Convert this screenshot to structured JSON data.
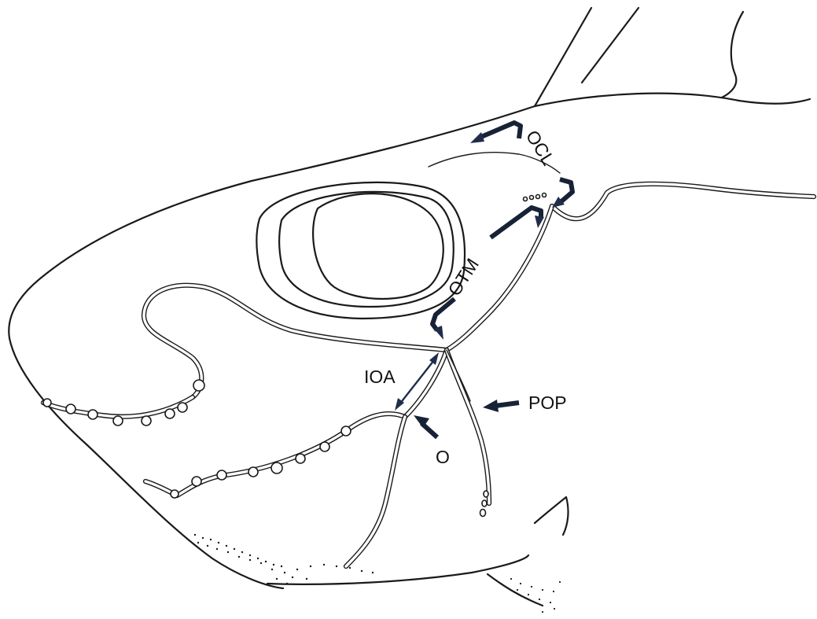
{
  "labels": {
    "ocl": "OCL",
    "otm": "OTM",
    "ioa": "IOA",
    "pop": "POP",
    "o": "O"
  }
}
